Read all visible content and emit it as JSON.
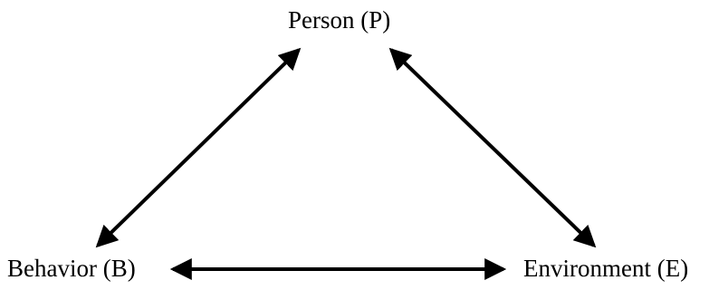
{
  "diagram": {
    "nodes": {
      "person": "Person (P)",
      "behavior": "Behavior (B)",
      "environment": "Environment (E)"
    },
    "edges": [
      {
        "from": "behavior",
        "to": "person",
        "direction": "bidirectional"
      },
      {
        "from": "person",
        "to": "environment",
        "direction": "bidirectional"
      },
      {
        "from": "behavior",
        "to": "environment",
        "direction": "bidirectional"
      }
    ],
    "colors": {
      "text": "#000000",
      "arrow": "#000000",
      "background": "#ffffff"
    }
  }
}
